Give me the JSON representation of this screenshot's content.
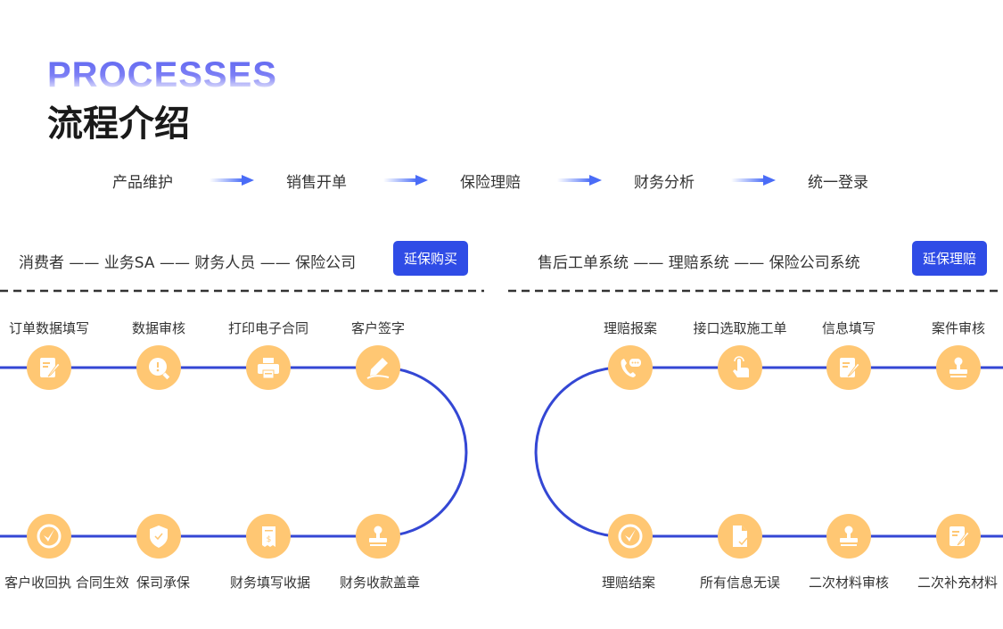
{
  "header": {
    "title_en": "PROCESSES",
    "title_cn": "流程介绍"
  },
  "overview_flow": [
    "产品维护",
    "销售开单",
    "保险理赔",
    "财务分析",
    "统一登录"
  ],
  "left_section": {
    "chain": "消费者 —— 业务SA —— 财务人员 —— 保险公司",
    "button": "延保购买",
    "top_steps": [
      "订单数据填写",
      "数据审核",
      "打印电子合同",
      "客户签字"
    ],
    "bottom_steps": [
      "客户收回执 合同生效",
      "保司承保",
      "财务填写收据",
      "财务收款盖章"
    ]
  },
  "right_section": {
    "chain": "售后工单系统 —— 理赔系统 —— 保险公司系统",
    "button": "延保理赔",
    "top_steps": [
      "理赔报案",
      "接口选取施工单",
      "信息填写",
      "案件审核"
    ],
    "bottom_steps": [
      "理赔结案",
      "所有信息无误",
      "二次材料审核",
      "二次补充材料"
    ]
  },
  "colors": {
    "accent": "#2f4ce6",
    "line": "#3447d4",
    "icon_bg": "#ffc773"
  }
}
